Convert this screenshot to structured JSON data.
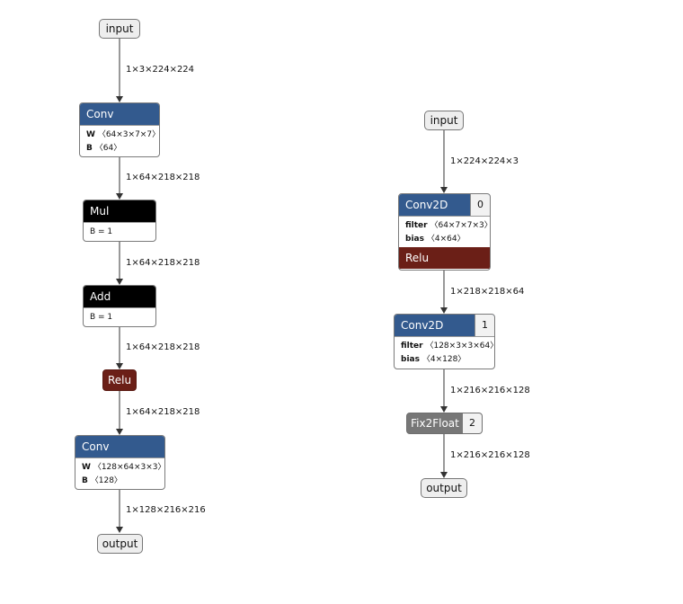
{
  "left_graph": {
    "input_label": "input",
    "output_label": "output",
    "edges": [
      "1×3×224×224",
      "1×64×218×218",
      "1×64×218×218",
      "1×64×218×218",
      "1×64×218×218",
      "1×128×216×216"
    ],
    "conv1": {
      "title": "Conv",
      "attr1_name": "W",
      "attr1_value": "〈64×3×7×7〉",
      "attr2_name": "B",
      "attr2_value": "〈64〉"
    },
    "mul": {
      "title": "Mul",
      "attr": "B = 1"
    },
    "add": {
      "title": "Add",
      "attr": "B = 1"
    },
    "relu": {
      "title": "Relu"
    },
    "conv2": {
      "title": "Conv",
      "attr1_name": "W",
      "attr1_value": "〈128×64×3×3〉",
      "attr2_name": "B",
      "attr2_value": "〈128〉"
    }
  },
  "right_graph": {
    "input_label": "input",
    "output_label": "output",
    "edges": [
      "1×224×224×3",
      "1×218×218×64",
      "1×216×216×128",
      "1×216×216×128"
    ],
    "conv2d_0": {
      "title": "Conv2D",
      "index": "0",
      "attr1_name": "filter",
      "attr1_value": "〈64×7×7×3〉",
      "attr2_name": "bias",
      "attr2_value": "〈4×64〉",
      "fused": "Relu"
    },
    "conv2d_1": {
      "title": "Conv2D",
      "index": "1",
      "attr1_name": "filter",
      "attr1_value": "〈128×3×3×64〉",
      "attr2_name": "bias",
      "attr2_value": "〈4×128〉"
    },
    "fix2float": {
      "title": "Fix2Float",
      "index": "2"
    }
  },
  "colors": {
    "conv_header": "#335a8e",
    "mul_add_header": "#000000",
    "relu": "#6b1f17",
    "fix2float": "#777777",
    "io_fill": "#eeeeee"
  }
}
